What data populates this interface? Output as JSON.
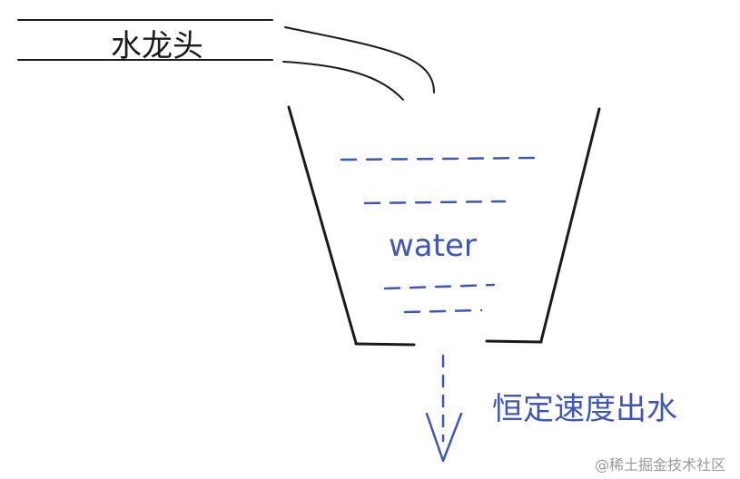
{
  "diagram": {
    "faucet_label": "水龙头",
    "water_label": "water",
    "outflow_label": "恒定速度出水",
    "watermark": "@稀土掘金技术社区"
  },
  "colors": {
    "ink": "#1a1a1a",
    "water": "#3f55b8",
    "watermark": "#9a9a9a"
  }
}
